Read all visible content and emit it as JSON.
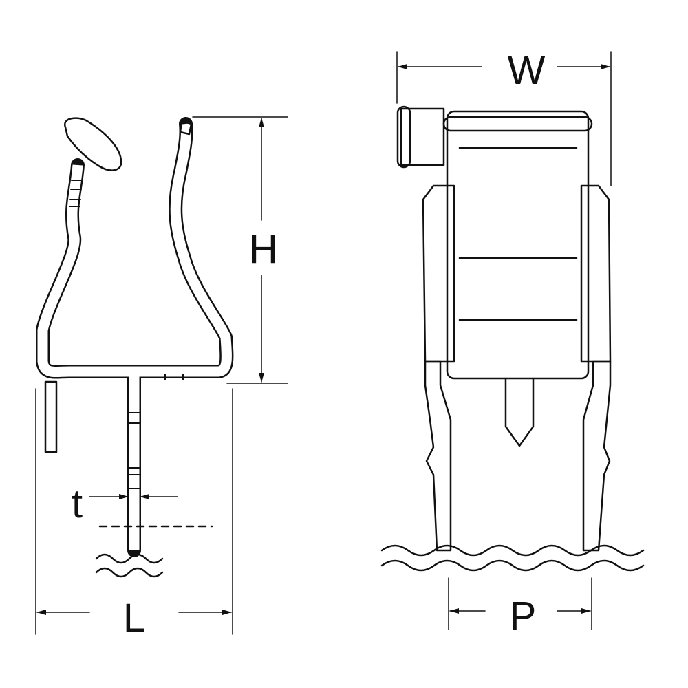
{
  "labels": {
    "width": "W",
    "height": "H",
    "length": "L",
    "thickness": "t",
    "pitch": "P"
  },
  "colors": {
    "line": "#111111",
    "background": "#ffffff"
  }
}
